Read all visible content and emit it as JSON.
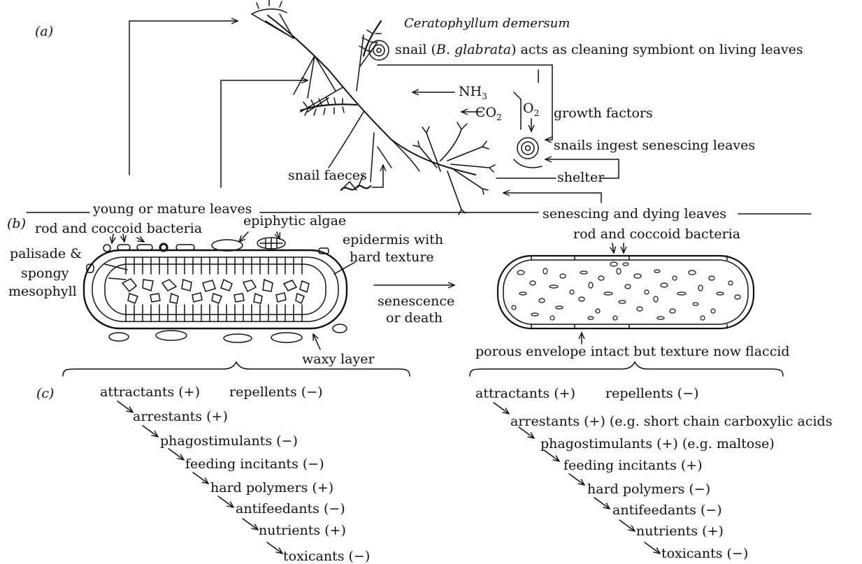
{
  "panel_a": {
    "label": "(a)",
    "title": "Ceratophyllum demersum",
    "snail_prefix": "snail (",
    "snail_species": "B. glabrata",
    "snail_suffix": ") acts as cleaning symbiont on living leaves",
    "nh3": "NH3",
    "co2": "CO2",
    "o2": "O2",
    "growth_factors": "growth factors",
    "ingest": "snails ingest senescing leaves",
    "shelter": "shelter",
    "faeces": "snail faeces"
  },
  "panel_b": {
    "label": "(b)",
    "young_leaves": "young or mature leaves",
    "senescing_leaves": "senescing and dying leaves",
    "bacteria_left": "rod and coccoid bacteria",
    "epiphytic": "epiphytic algae",
    "palisade_1": "palisade &",
    "palisade_2": "spongy",
    "palisade_3": "mesophyll",
    "epidermis_1": "epidermis with",
    "epidermis_2": "hard texture",
    "senescence_1": "senescence",
    "senescence_2": "or death",
    "waxy": "waxy layer",
    "bacteria_right": "rod and coccoid bacteria",
    "porous": "porous envelope intact but texture now flaccid"
  },
  "panel_c": {
    "label": "(c)",
    "left": {
      "attractants": "attractants (+)",
      "repellents": "repellents (−)",
      "cascade": [
        "arrestants (+)",
        "phagostimulants (−)",
        "feeding incitants (−)",
        "hard polymers (+)",
        "antifeedants (−)",
        "nutrients (+)",
        "toxicants (−)"
      ]
    },
    "right": {
      "attractants": "attractants (+)",
      "repellents": "repellents (−)",
      "cascade": [
        "arrestants (+) (e.g. short chain carboxylic acids",
        "phagostimulants (+) (e.g. maltose)",
        "feeding incitants (+)",
        "hard polymers (−)",
        "antifeedants (−)",
        "nutrients (+)",
        "toxicants (−)"
      ]
    }
  }
}
